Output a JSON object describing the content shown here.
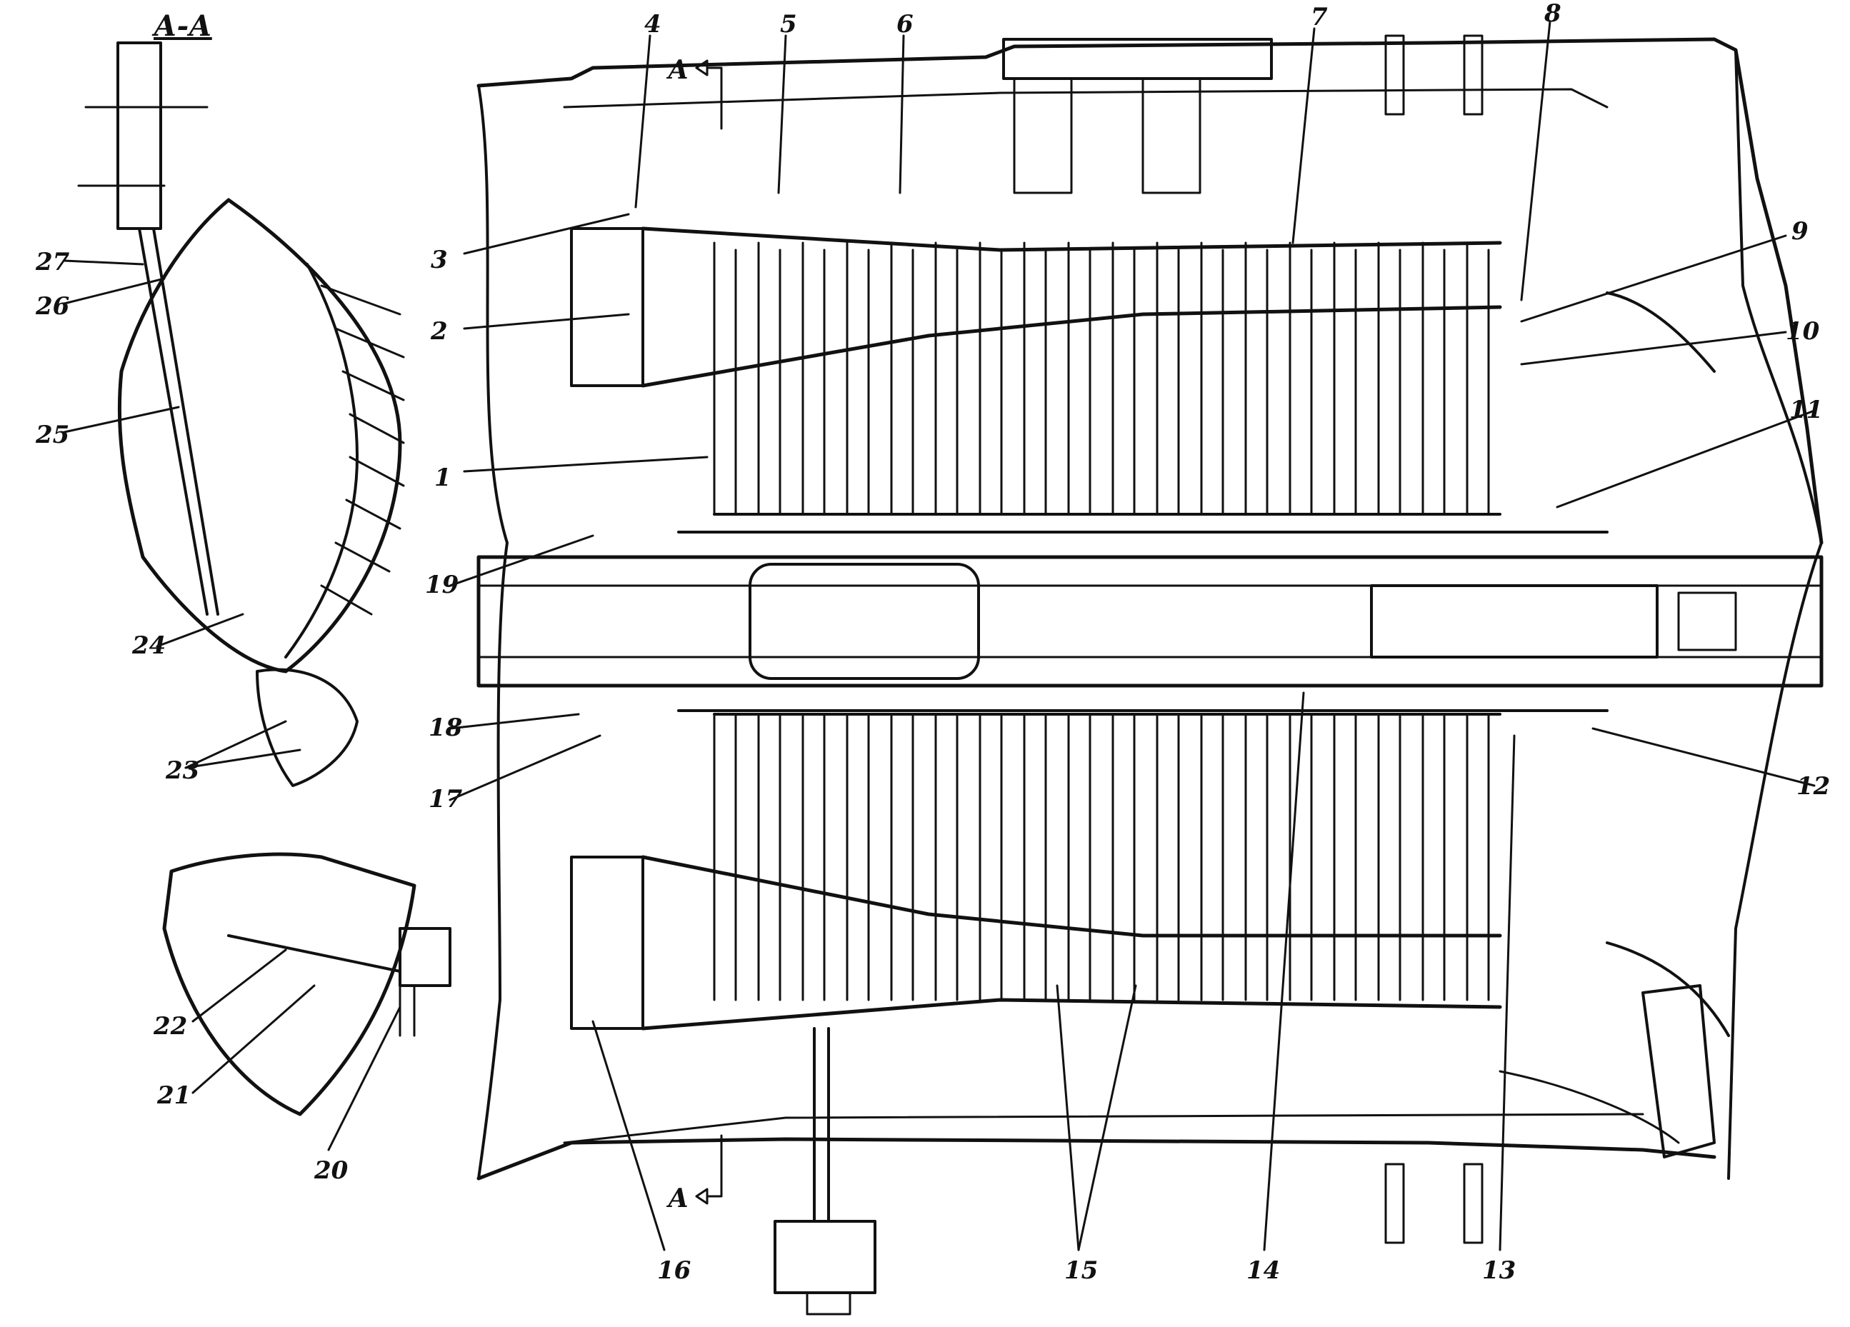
{
  "section_label": "А-А",
  "section_marks": [
    "А",
    "А"
  ],
  "callouts": [
    {
      "id": "c1",
      "label": "1"
    },
    {
      "id": "c2",
      "label": "2"
    },
    {
      "id": "c3",
      "label": "3"
    },
    {
      "id": "c4",
      "label": "4"
    },
    {
      "id": "c5",
      "label": "5"
    },
    {
      "id": "c6",
      "label": "6"
    },
    {
      "id": "c7",
      "label": "7"
    },
    {
      "id": "c8",
      "label": "8"
    },
    {
      "id": "c9",
      "label": "9"
    },
    {
      "id": "c10",
      "label": "10"
    },
    {
      "id": "c11",
      "label": "11"
    },
    {
      "id": "c12",
      "label": "12"
    },
    {
      "id": "c13",
      "label": "13"
    },
    {
      "id": "c14",
      "label": "14"
    },
    {
      "id": "c15",
      "label": "15"
    },
    {
      "id": "c16",
      "label": "16"
    },
    {
      "id": "c17",
      "label": "17"
    },
    {
      "id": "c18",
      "label": "18"
    },
    {
      "id": "c19",
      "label": "19"
    },
    {
      "id": "c20",
      "label": "20"
    },
    {
      "id": "c21",
      "label": "21"
    },
    {
      "id": "c22",
      "label": "22"
    },
    {
      "id": "c23",
      "label": "23"
    },
    {
      "id": "c24",
      "label": "24"
    },
    {
      "id": "c25",
      "label": "25"
    },
    {
      "id": "c26",
      "label": "26"
    },
    {
      "id": "c27",
      "label": "27"
    }
  ]
}
